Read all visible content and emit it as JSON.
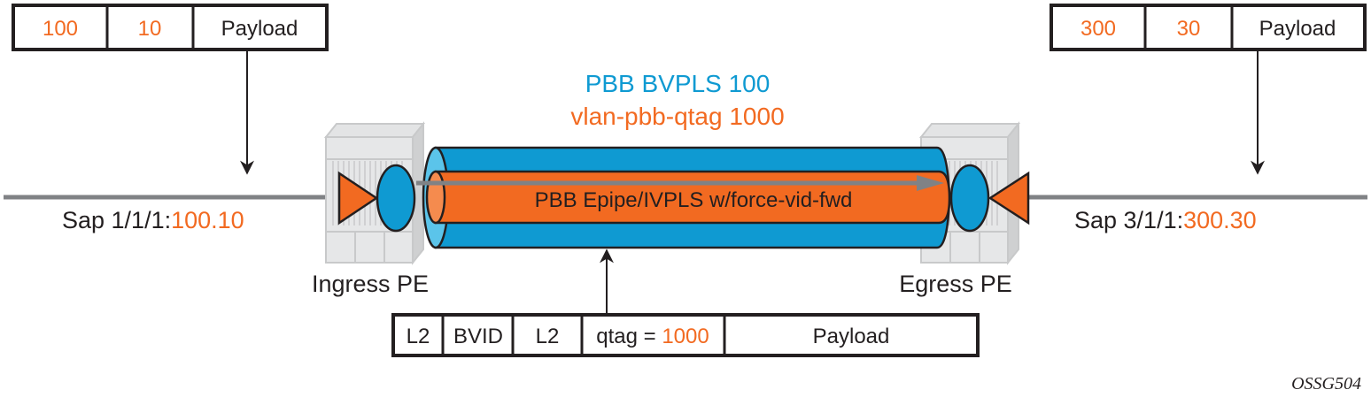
{
  "colors": {
    "orange": "#f26a21",
    "blue": "#0f9ad2",
    "light_blue": "#5bc4ea",
    "gray_line": "#808285",
    "dark": "#231f20",
    "chassis": "#d9dadb"
  },
  "ingress_frame": {
    "cells": [
      {
        "text": "100",
        "accent": true
      },
      {
        "text": "10",
        "accent": true
      },
      {
        "text": "Payload",
        "accent": false
      }
    ]
  },
  "egress_frame": {
    "cells": [
      {
        "text": "300",
        "accent": true
      },
      {
        "text": "30",
        "accent": true
      },
      {
        "text": "Payload",
        "accent": false
      }
    ]
  },
  "core_frame": {
    "cells": [
      {
        "text": "L2"
      },
      {
        "text": "BVID"
      },
      {
        "text": "L2"
      },
      {
        "text": "qtag = ",
        "accent_text": "1000"
      },
      {
        "text": "Payload"
      }
    ]
  },
  "title": {
    "line1": "PBB BVPLS 100",
    "line2": "vlan-pbb-qtag 1000"
  },
  "tunnel_label": "PBB Epipe/IVPLS w/force-vid-fwd",
  "ingress": {
    "node_label": "Ingress PE",
    "sap_prefix": "Sap 1/1/1:",
    "sap_value": "100.10"
  },
  "egress": {
    "node_label": "Egress PE",
    "sap_prefix": "Sap 3/1/1:",
    "sap_value": "300.30"
  },
  "figure_id": "OSSG504"
}
